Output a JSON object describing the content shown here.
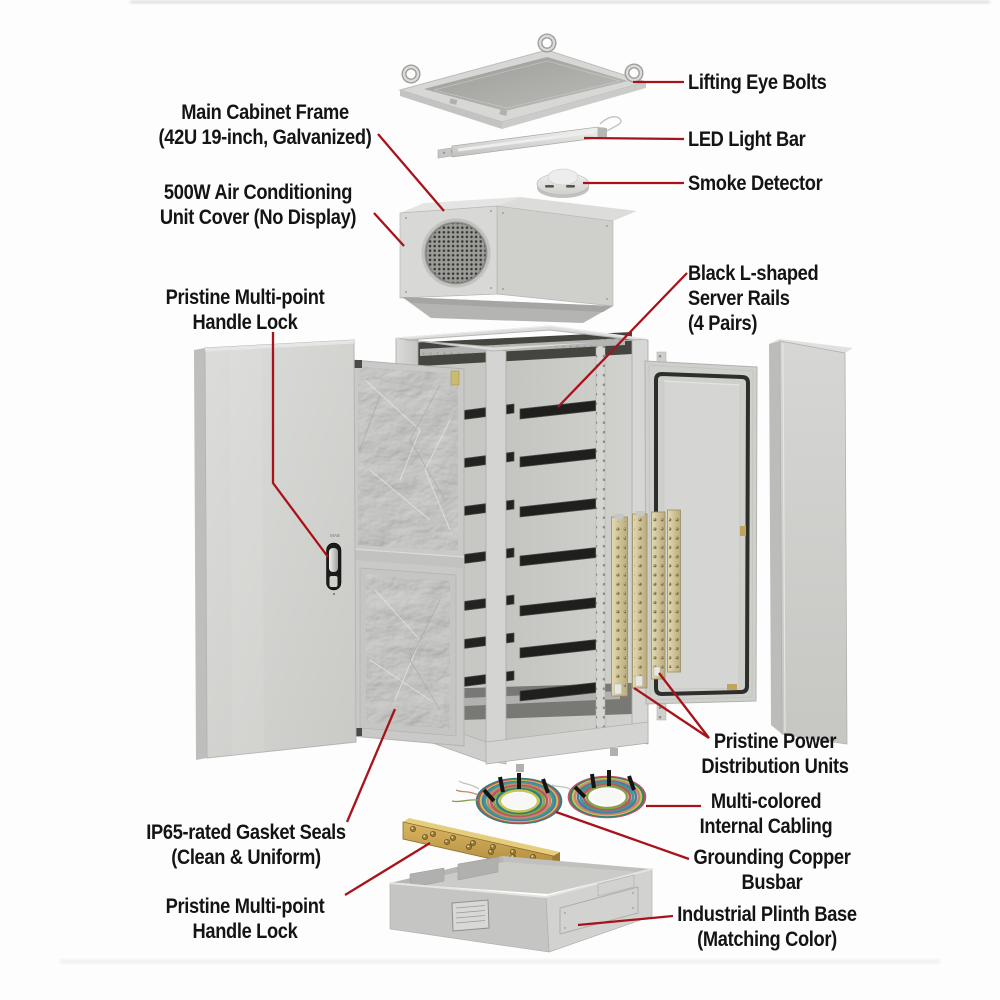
{
  "figure_type": "exploded-view diagram of an outdoor industrial server cabinet",
  "labels": {
    "main_frame": {
      "line1": "Main Cabinet Frame",
      "line2": "(42U 19-inch, Galvanized)"
    },
    "ac_cover": {
      "line1": "500W Air Conditioning",
      "line2": "Unit Cover (No Display)"
    },
    "handle_lock_top": {
      "line1": "Pristine Multi-point",
      "line2": "Handle Lock"
    },
    "gasket_seals": {
      "line1": "IP65-rated Gasket Seals",
      "line2": "(Clean & Uniform)"
    },
    "handle_lock_bottom": {
      "line1": "Pristine Multi-point",
      "line2": "Handle Lock"
    },
    "lifting_eye_bolts": {
      "text": "Lifting Eye Bolts"
    },
    "led_light_bar": {
      "text": "LED Light Bar"
    },
    "smoke_detector": {
      "text": "Smoke Detector"
    },
    "server_rails": {
      "line1": "Black L-shaped",
      "line2": "Server Rails",
      "line3": "(4 Pairs)"
    },
    "pdu": {
      "line1": "Pristine Power",
      "line2": "Distribution Units"
    },
    "cabling": {
      "line1": "Multi-colored",
      "line2": "Internal Cabling"
    },
    "busbar": {
      "line1": "Grounding Copper",
      "line2": "Busbar"
    },
    "plinth": {
      "line1": "Industrial Plinth Base",
      "line2": "(Matching Color)"
    },
    "handle_brand": "MAB"
  },
  "colors": {
    "leader": "#a8121a",
    "text": "#141414",
    "cabinet_gray": "#d2d3d0",
    "interior_gray": "#c8c9c5",
    "rail_black": "#222220",
    "busbar_brass": "#c9a557",
    "pdu_brass": "#d2c89e",
    "foil_silver": "#d0d1ce",
    "background": "#fdfdfd"
  }
}
